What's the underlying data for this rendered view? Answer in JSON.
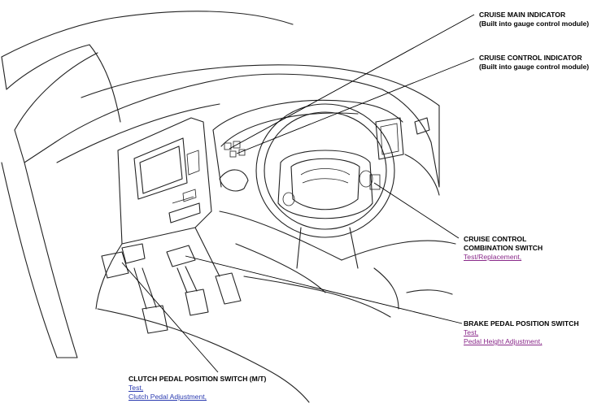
{
  "callouts": {
    "cruise_main": {
      "title": "CRUISE MAIN INDICATOR",
      "sub": "(Built into gauge control module)"
    },
    "cruise_control": {
      "title": "CRUISE CONTROL INDICATOR",
      "sub": "(Built into gauge control module)"
    },
    "combination_switch": {
      "title_line1": "CRUISE CONTROL",
      "title_line2": "COMBINATION SWITCH",
      "links": [
        "Test/Replacement,"
      ]
    },
    "brake_switch": {
      "title": "BRAKE PEDAL POSITION SWITCH",
      "links": [
        "Test,",
        "Pedal Height Adjustment,"
      ]
    },
    "clutch_switch": {
      "title": "CLUTCH PEDAL POSITION SWITCH (M/T)",
      "links": [
        "Test,",
        "Clutch Pedal Adjustment,"
      ]
    }
  },
  "colors": {
    "line": "#222222",
    "link_visited": "#8a2a8a",
    "link_unvisited": "#2b3bb0"
  }
}
